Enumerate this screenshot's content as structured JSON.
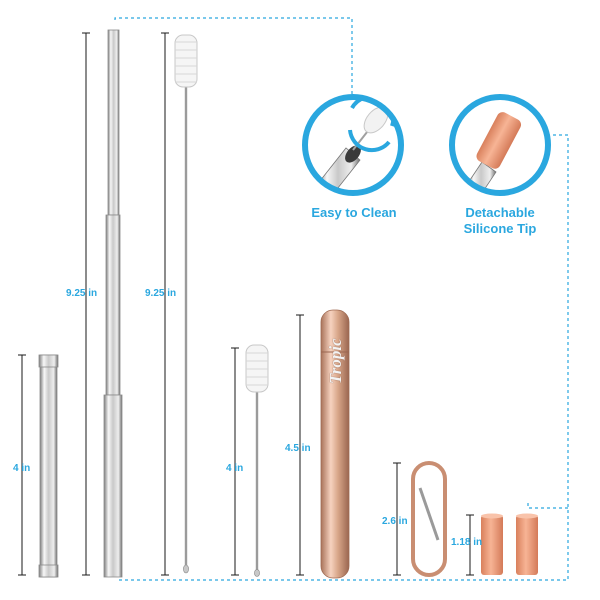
{
  "brand_text": "Tropic",
  "dimensions": {
    "collapsed_straw": "4 in",
    "extended_straw": "9.25 in",
    "long_brush": "9.25 in",
    "short_brush": "4 in",
    "case_height": "4.5 in",
    "carabiner_height": "2.6 in",
    "silicone_tip_height": "1.18 in"
  },
  "features": [
    {
      "line1": "Easy to Clean",
      "line2": ""
    },
    {
      "line1": "Detachable",
      "line2": "Silicone Tip"
    }
  ],
  "colors": {
    "accent": "#2aa7df",
    "steel_light": "#f4f4f4",
    "steel_dark": "#8a8a8a",
    "rose_gold": "#d9a78a",
    "silicone": "#f0a27f"
  }
}
